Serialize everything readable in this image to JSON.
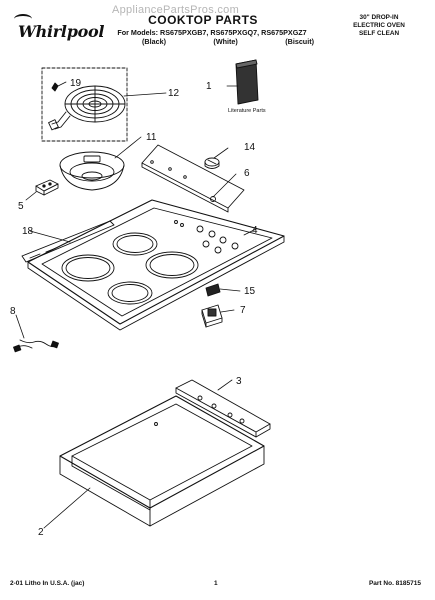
{
  "watermark": "AppliancePartsPros.com",
  "brand": "Whirlpool",
  "title": "COOKTOP PARTS",
  "models_line": "For Models: RS675PXGB7, RS675PXGQ7, RS675PXGZ7",
  "model_colors": [
    "(Black)",
    "(White)",
    "(Biscuit)"
  ],
  "oven_description": [
    "30\" DROP-IN",
    "ELECTRIC OVEN",
    "SELF CLEAN"
  ],
  "literature_label": "Literature Parts",
  "callouts": [
    "1",
    "2",
    "3",
    "4",
    "5",
    "6",
    "7",
    "8",
    "11",
    "12",
    "14",
    "15",
    "18",
    "19"
  ],
  "footer": {
    "left": "2-01 Litho In U.S.A. (jac)",
    "page_number": "1",
    "part_number": "Part No. 8185715"
  }
}
